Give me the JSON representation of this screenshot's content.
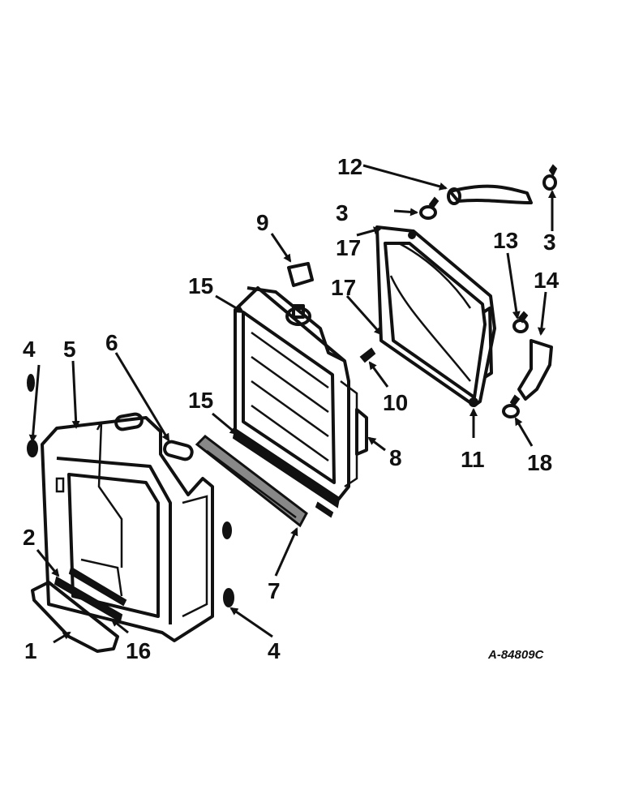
{
  "diagram": {
    "drawing_code": "A-84809C",
    "callouts": [
      {
        "id": "c1",
        "label": "1"
      },
      {
        "id": "c2",
        "label": "2"
      },
      {
        "id": "c3a",
        "label": "3"
      },
      {
        "id": "c3b",
        "label": "3"
      },
      {
        "id": "c4a",
        "label": "4"
      },
      {
        "id": "c4b",
        "label": "4"
      },
      {
        "id": "c5",
        "label": "5"
      },
      {
        "id": "c6",
        "label": "6"
      },
      {
        "id": "c7",
        "label": "7"
      },
      {
        "id": "c8",
        "label": "8"
      },
      {
        "id": "c9",
        "label": "9"
      },
      {
        "id": "c10",
        "label": "10"
      },
      {
        "id": "c11",
        "label": "11"
      },
      {
        "id": "c12",
        "label": "12"
      },
      {
        "id": "c13",
        "label": "13"
      },
      {
        "id": "c14",
        "label": "14"
      },
      {
        "id": "c15a",
        "label": "15"
      },
      {
        "id": "c15b",
        "label": "15"
      },
      {
        "id": "c16",
        "label": "16"
      },
      {
        "id": "c17a",
        "label": "17"
      },
      {
        "id": "c17b",
        "label": "17"
      },
      {
        "id": "c18",
        "label": "18"
      }
    ]
  }
}
